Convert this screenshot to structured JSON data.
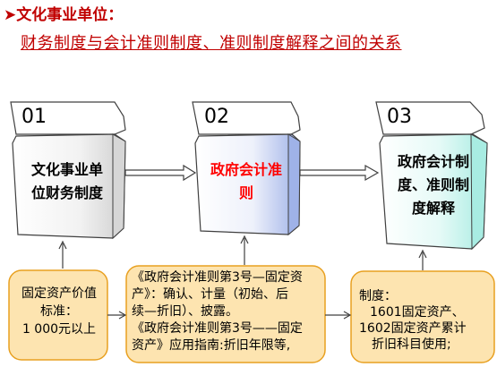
{
  "title": {
    "arrow": "➤",
    "text": "文化事业单位："
  },
  "subtitle": "财务制度与会计准则制度、准则制度解释之间的关系",
  "cards": [
    {
      "num": "01",
      "label_line1": "文化事业单",
      "label_line2": "位财务制度",
      "color": "#000000"
    },
    {
      "num": "02",
      "label_line1": "政府会计准",
      "label_line2": "则",
      "color": "#ff0000"
    },
    {
      "num": "03",
      "label_line1": "政府会计制",
      "label_line2": "度、准则制",
      "label_line3": "度解释",
      "color": "#000000"
    }
  ],
  "notes": {
    "left": {
      "l1": "固定资产价值",
      "l2": "标准：",
      "l3": "1 000元以上"
    },
    "middle": {
      "l1": "《政府会计准则第3号—固定资",
      "l2": "产》：确认、计量（初始、后",
      "l3": "续—折旧）、披露。",
      "l4": "《政府会计准则第3号——固定",
      "l5": "资产》应用指南:折旧年限等,"
    },
    "right": {
      "l1": "制度：",
      "l2": "1601固定资产、",
      "l3": "1602固定资产累计",
      "l4": "折旧科目使用;"
    }
  },
  "colors": {
    "accent": "#c00000",
    "note_fill": "#fde4b0",
    "note_border": "#e8a020",
    "card3_fill": "#bff0ea",
    "card2_fill": "#b8c8f0"
  }
}
